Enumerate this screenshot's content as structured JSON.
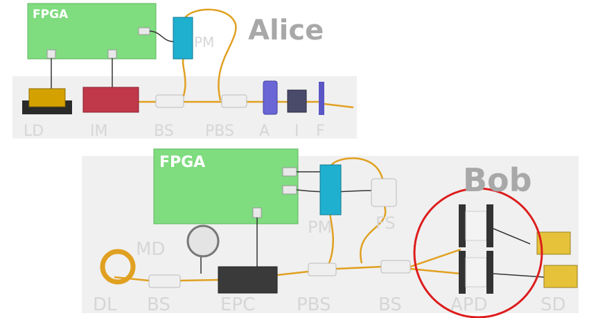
{
  "alice": {
    "title": "Alice",
    "fpga_label": "FPGA",
    "labels": {
      "ld": "LD",
      "im": "IM",
      "bs": "BS",
      "pbs": "PBS",
      "a": "A",
      "i": "I",
      "f": "F",
      "pm": "PM"
    }
  },
  "bob": {
    "title": "Bob",
    "fpga_label": "FPGA",
    "labels": {
      "md": "MD",
      "dl": "DL",
      "bs1": "BS",
      "epc": "EPC",
      "pbs": "PBS",
      "bs2": "BS",
      "pm": "PM",
      "fs": "FS",
      "apd": "APD",
      "sd": "SD"
    }
  },
  "colors": {
    "fpga": "#7fdc7f",
    "ld": "#d4a200",
    "im": "#c0394a",
    "pm": "#1fb0cf",
    "attenuator": "#6a66d6",
    "isolator": "#4a4a6a",
    "fiber": "#e0a020",
    "epc": "#3a3a3a",
    "sd": "#e6c23a",
    "highlight": "#dd1c1c"
  }
}
